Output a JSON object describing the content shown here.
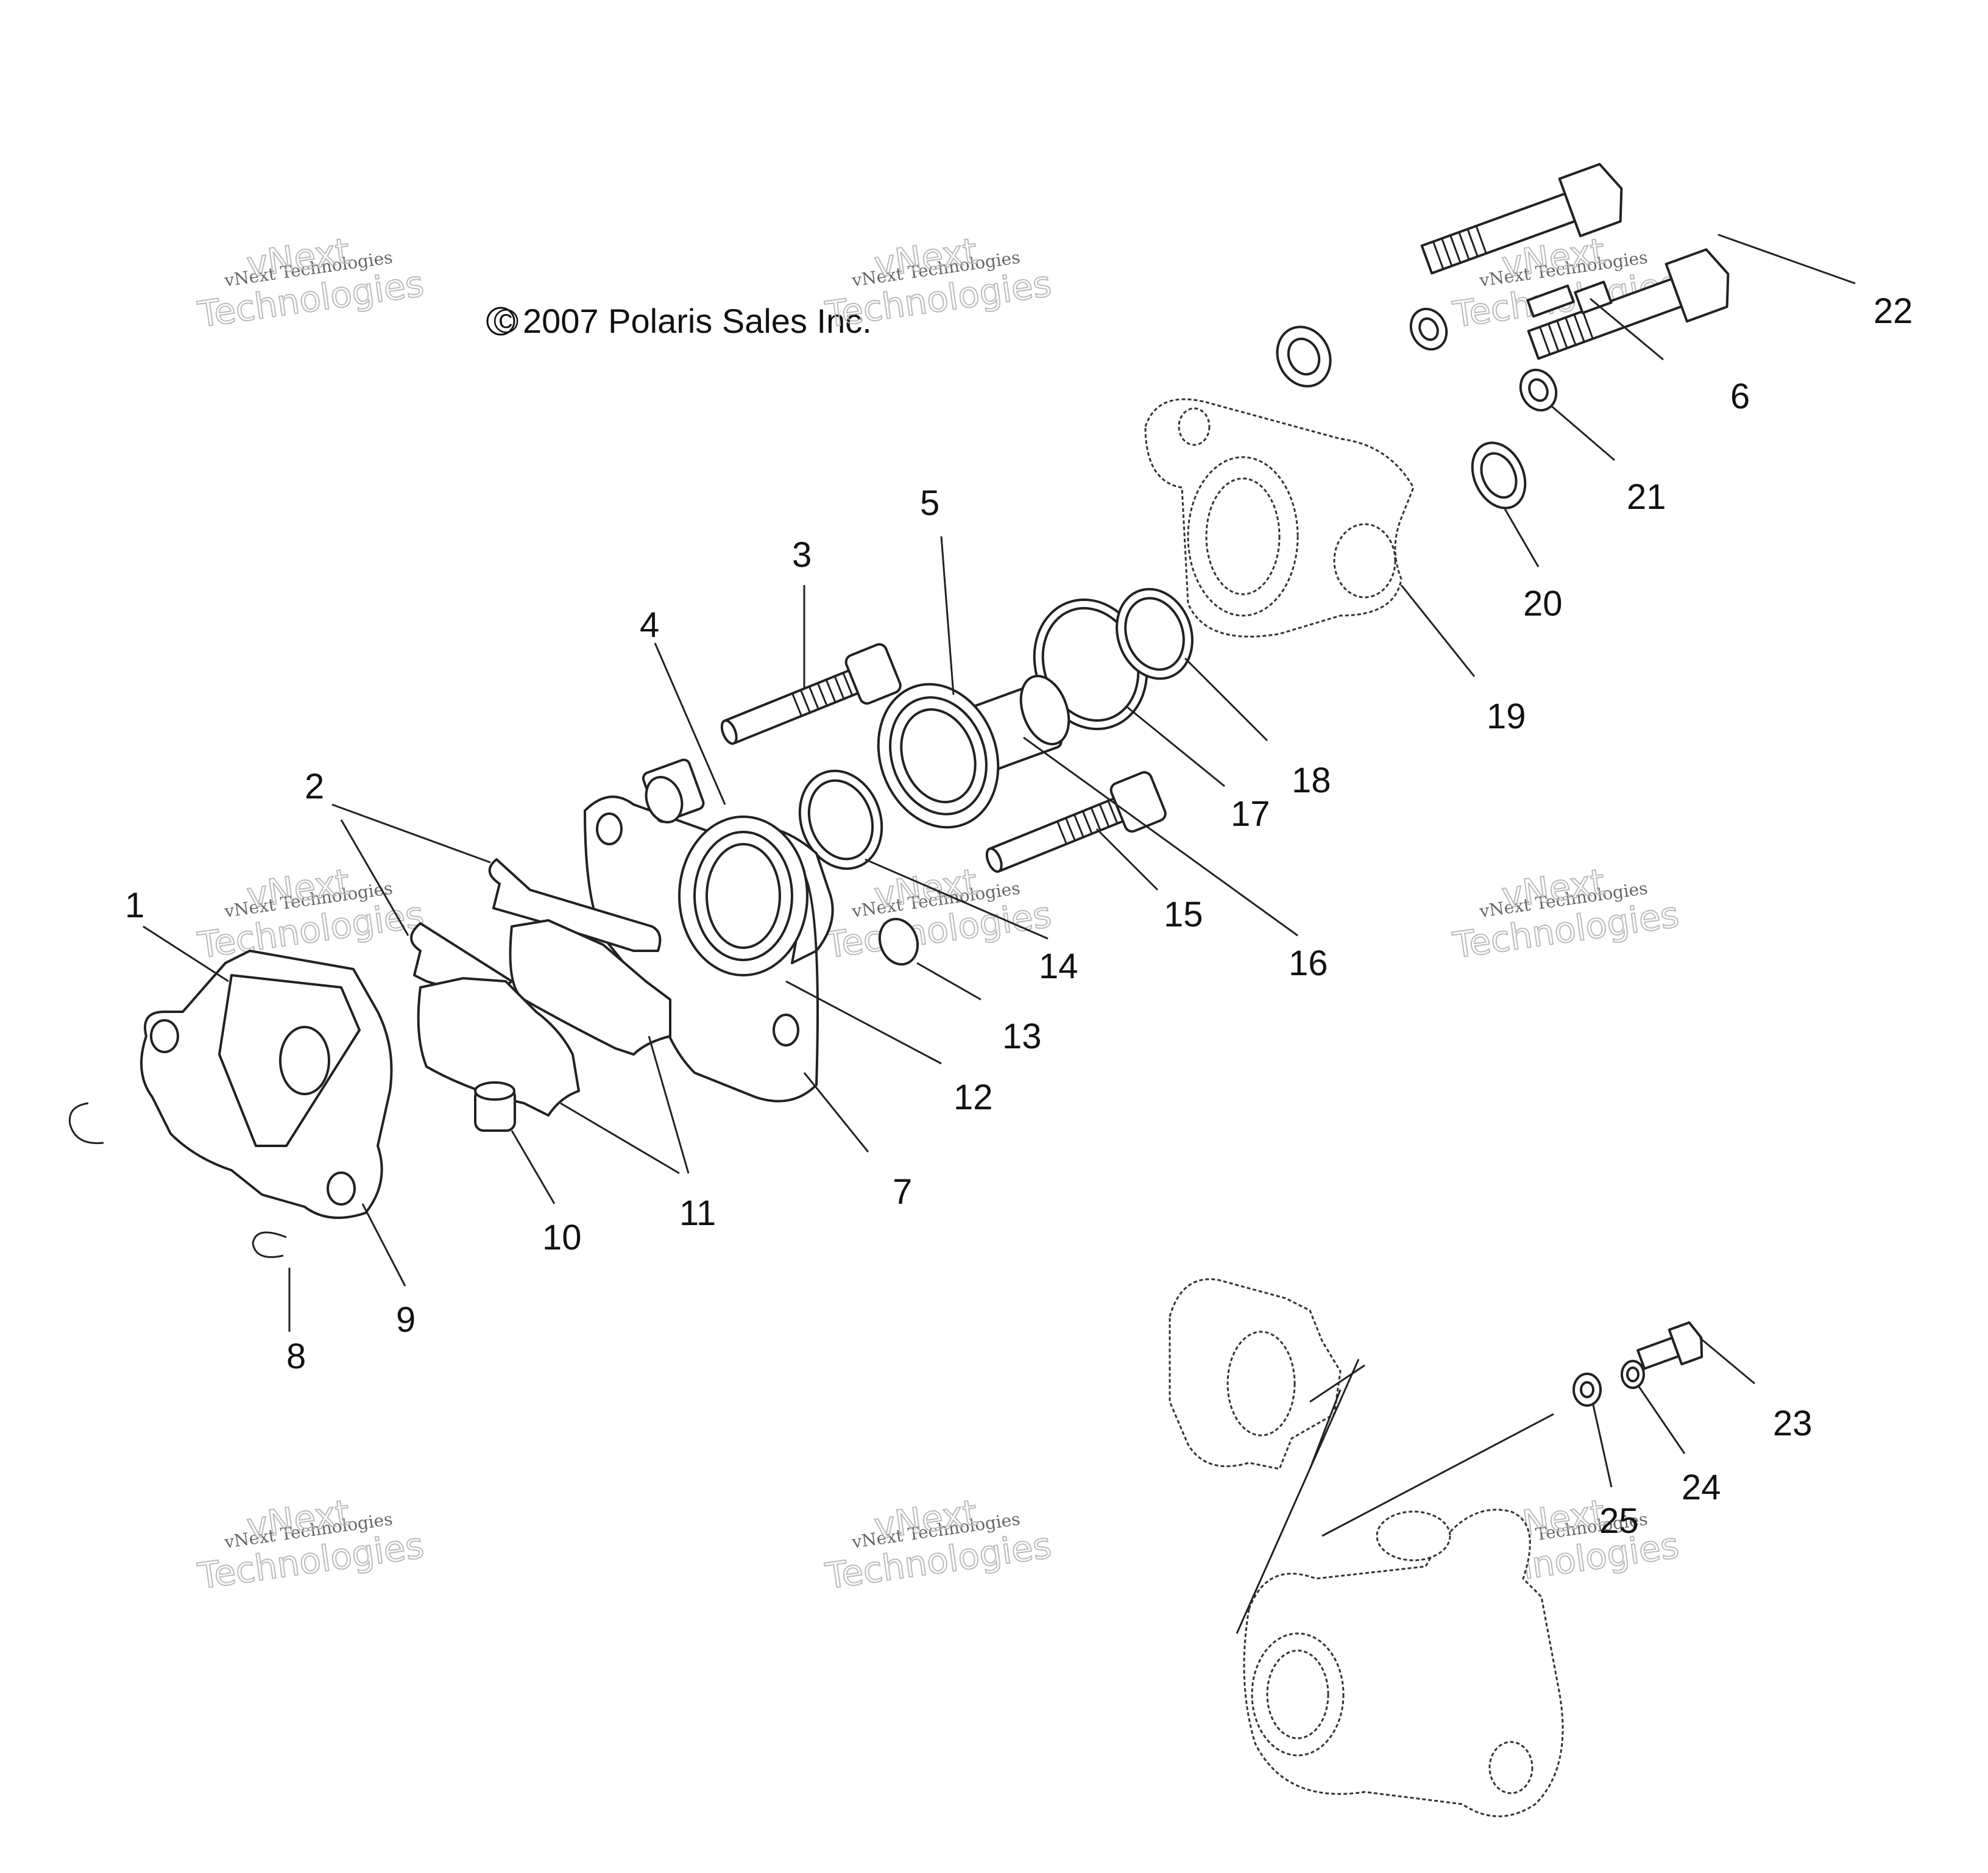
{
  "copyright": "2007 Polaris Sales Inc.",
  "copyright_symbol": "©",
  "watermark": {
    "line1": "vNext Technologies",
    "line2a": "vNext",
    "line2b": "Technologies"
  },
  "callouts": {
    "c1": "1",
    "c2": "2",
    "c3": "3",
    "c4": "4",
    "c5": "5",
    "c6": "6",
    "c7": "7",
    "c8": "8",
    "c9": "9",
    "c10": "10",
    "c11": "11",
    "c12": "12",
    "c13": "13",
    "c14": "14",
    "c15": "15",
    "c16": "16",
    "c17": "17",
    "c18": "18",
    "c19": "19",
    "c20": "20",
    "c21": "21",
    "c22": "22",
    "c23": "23",
    "c24": "24",
    "c25": "25"
  }
}
